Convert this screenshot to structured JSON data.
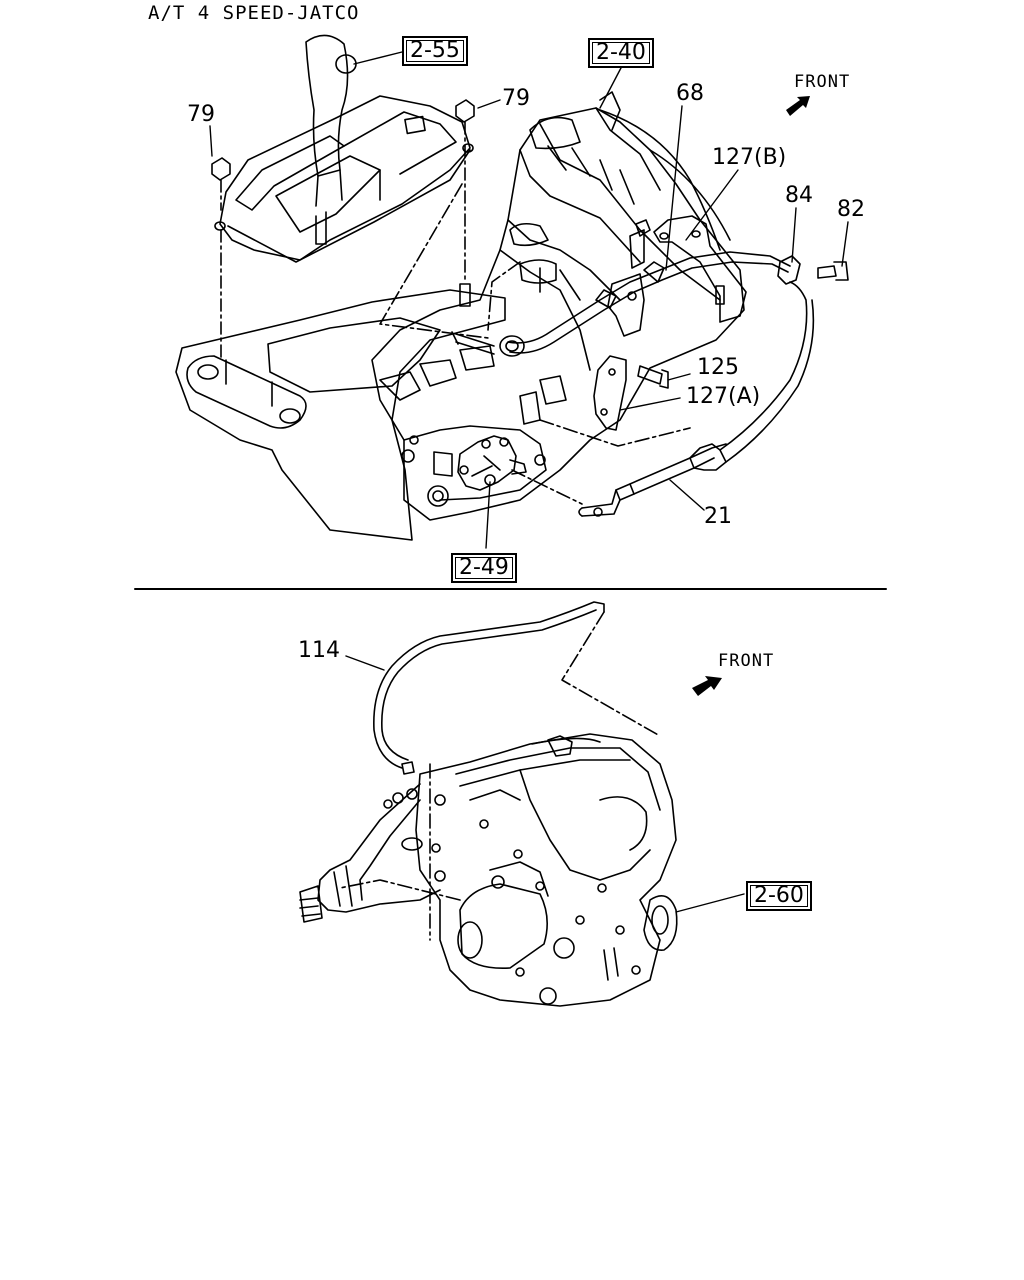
{
  "title": "A/T 4 SPEED-JATCO",
  "top_section": {
    "front_label": "FRONT",
    "refs": {
      "r255": "2-55",
      "r240": "2-40",
      "r249": "2-49"
    },
    "parts": {
      "p79a": "79",
      "p79b": "79",
      "p68": "68",
      "p127b": "127(B)",
      "p84": "84",
      "p82": "82",
      "p125": "125",
      "p127a": "127(A)",
      "p21": "21"
    }
  },
  "bottom_section": {
    "front_label": "FRONT",
    "refs": {
      "r260": "2-60"
    },
    "parts": {
      "p114": "114"
    }
  },
  "colors": {
    "ink": "#000000",
    "paper": "#ffffff"
  }
}
